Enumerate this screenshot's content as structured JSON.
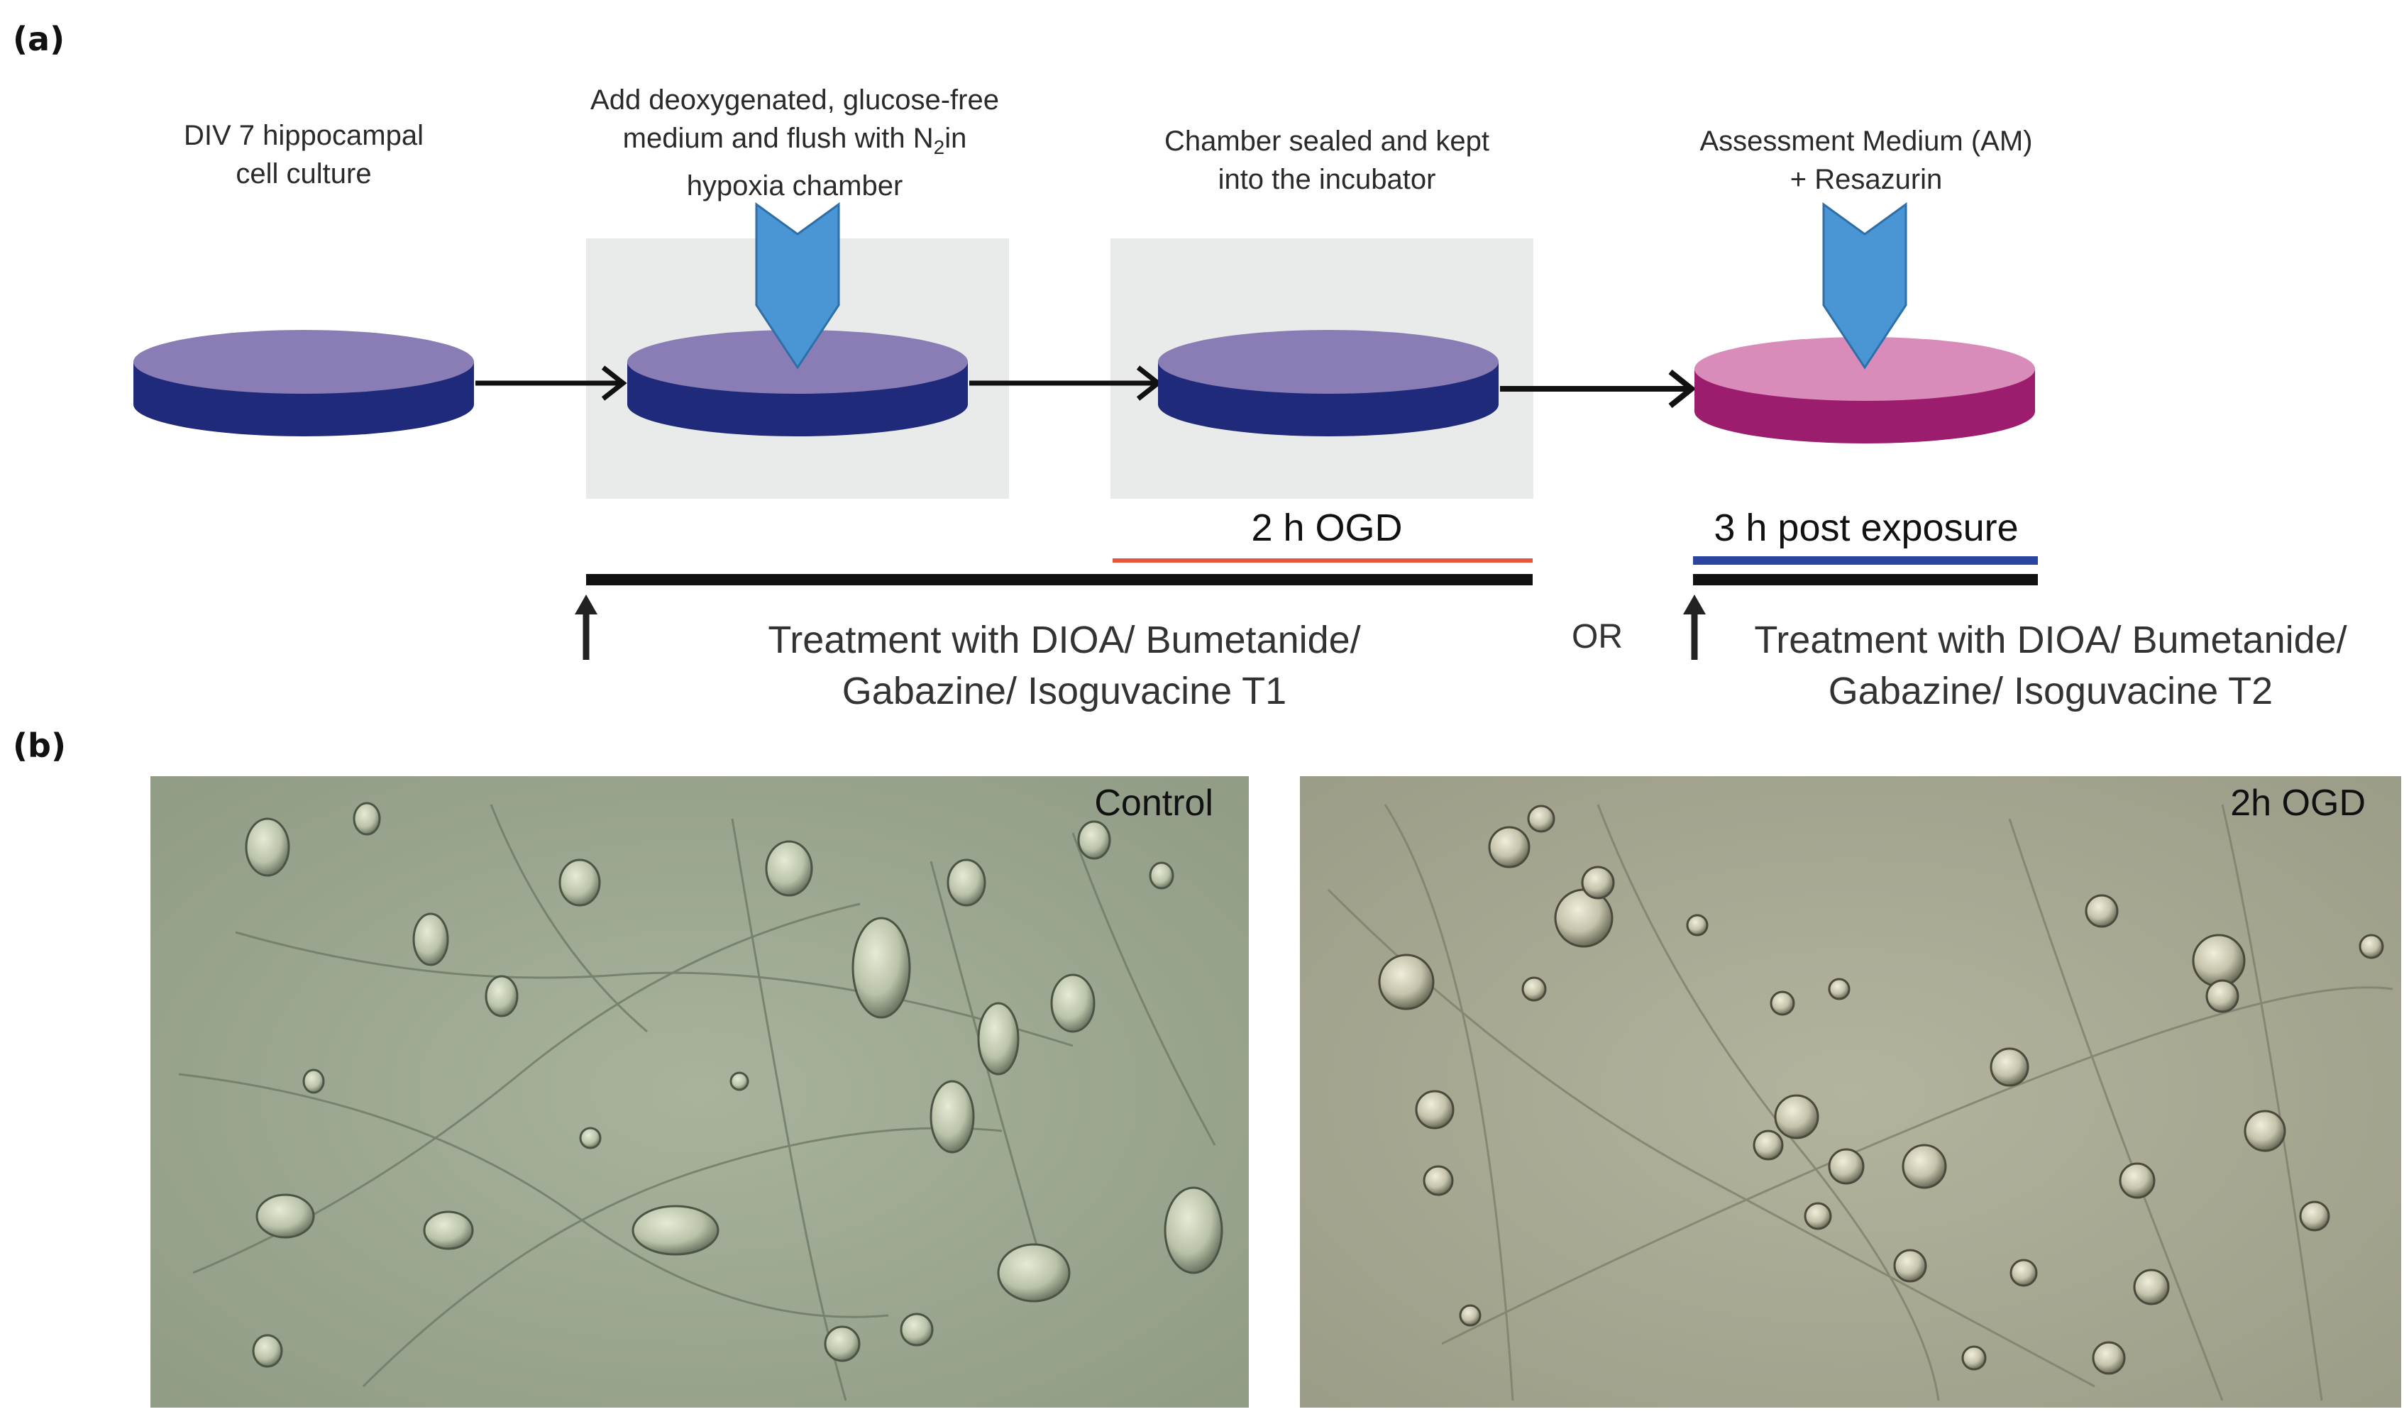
{
  "panels": {
    "a_label": "(a)",
    "b_label": "(b)"
  },
  "steps": [
    {
      "lines": [
        "DIV 7 hippocampal",
        "cell culture"
      ]
    },
    {
      "line1": "Add deoxygenated, glucose-free",
      "line2": "medium and flush with N",
      "sub": "2",
      "line2_tail": "in",
      "line3": "hypoxia chamber"
    },
    {
      "lines": [
        "Chamber sealed and kept",
        "into the incubator"
      ]
    },
    {
      "lines": [
        "Assessment Medium (AM)",
        "+ Resazurin"
      ]
    }
  ],
  "durations": {
    "ogd": "2 h OGD",
    "post": "3 h post exposure"
  },
  "treatments": {
    "t1_line1": "Treatment with DIOA/ Bumetanide/",
    "t1_line2": "Gabazine/ Isoguvacine T1",
    "or": "OR",
    "t2_line1": "Treatment with DIOA/ Bumetanide/",
    "t2_line2": "Gabazine/ Isoguvacine T2"
  },
  "micrographs": {
    "control": "Control",
    "ogd": "2h OGD"
  },
  "colors": {
    "dish_top": "#8a7db5",
    "dish_side": "#1f2a7a",
    "dish_am_top": "#d98cb9",
    "dish_am_side": "#9c1c6e",
    "dropper": "#4a96d4",
    "box_fill": "#e8ebea",
    "ogd_line": "#e8553f",
    "post_line": "#2a45a0"
  }
}
